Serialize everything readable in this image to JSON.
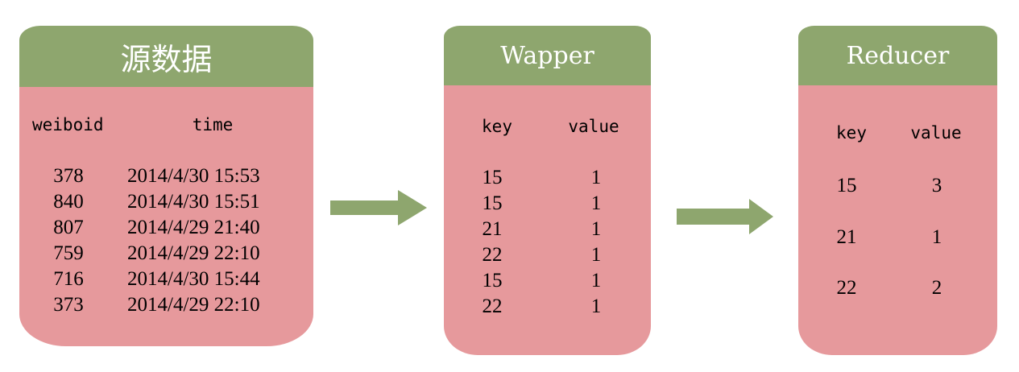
{
  "source": {
    "title": "源数据",
    "headers": [
      "weiboid",
      "time"
    ],
    "rows": [
      [
        "378",
        "2014/4/30 15:53"
      ],
      [
        "840",
        "2014/4/30 15:51"
      ],
      [
        "807",
        "2014/4/29 21:40"
      ],
      [
        "759",
        "2014/4/29 22:10"
      ],
      [
        "716",
        "2014/4/30 15:44"
      ],
      [
        "373",
        "2014/4/29 22:10"
      ]
    ]
  },
  "mapper": {
    "title": "Wapper",
    "headers": [
      "key",
      "value"
    ],
    "rows": [
      [
        "15",
        "1"
      ],
      [
        "15",
        "1"
      ],
      [
        "21",
        "1"
      ],
      [
        "22",
        "1"
      ],
      [
        "15",
        "1"
      ],
      [
        "22",
        "1"
      ]
    ]
  },
  "reducer": {
    "title": "Reducer",
    "headers": [
      "key",
      "value"
    ],
    "rows": [
      [
        "15",
        "3"
      ],
      [
        "21",
        "1"
      ],
      [
        "22",
        "2"
      ]
    ]
  },
  "colors": {
    "header": "#8ea66e",
    "body": "#e6999c",
    "arrow": "#8ea66e",
    "text": "#ffffff"
  }
}
